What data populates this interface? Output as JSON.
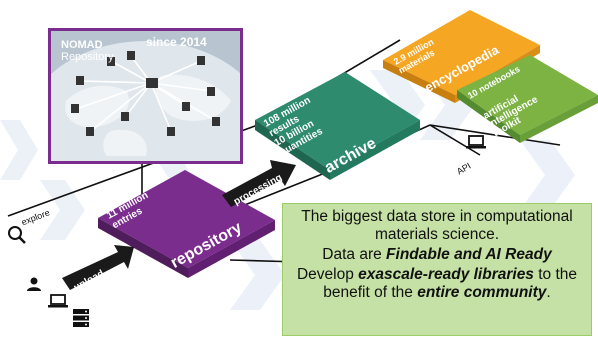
{
  "nomad": {
    "title": "NOMAD",
    "subtitle": "Repository",
    "since": "since 2014"
  },
  "repository": {
    "line1": "11 million",
    "line2": "entries",
    "name": "repository"
  },
  "archive": {
    "line1": "108 million",
    "line2": "results",
    "line3": "10 billion",
    "line4": "quantities",
    "name": "archive"
  },
  "encyclopedia": {
    "line1": "2.9 million",
    "line2": "materials",
    "name": "encyclopedia"
  },
  "ai_toolkit": {
    "line1": "10 notebooks",
    "line2": "artificial",
    "line3": "intelligence",
    "line4": "toolkit"
  },
  "arrows": {
    "processing": "processing",
    "upload": "upload"
  },
  "labels": {
    "explore": "explore",
    "api": "API"
  },
  "info": {
    "line1": "The biggest data store in computational materials science.",
    "line2_prefix": "Data are ",
    "line2_emph": "Findable and AI Ready",
    "line3_prefix": "Develop ",
    "line3_emph": "exascale-ready libraries",
    "line3_mid": " to the benefit of the ",
    "line3_emph2": "entire community",
    "line3_suffix": "."
  },
  "colors": {
    "repository": "#7b2d8e",
    "archive": "#2e8b6e",
    "encyclopedia": "#f5a623",
    "ai_toolkit": "#7cb342",
    "info_box": "#c5e1a5",
    "panel_border": "#7a2d8f"
  }
}
